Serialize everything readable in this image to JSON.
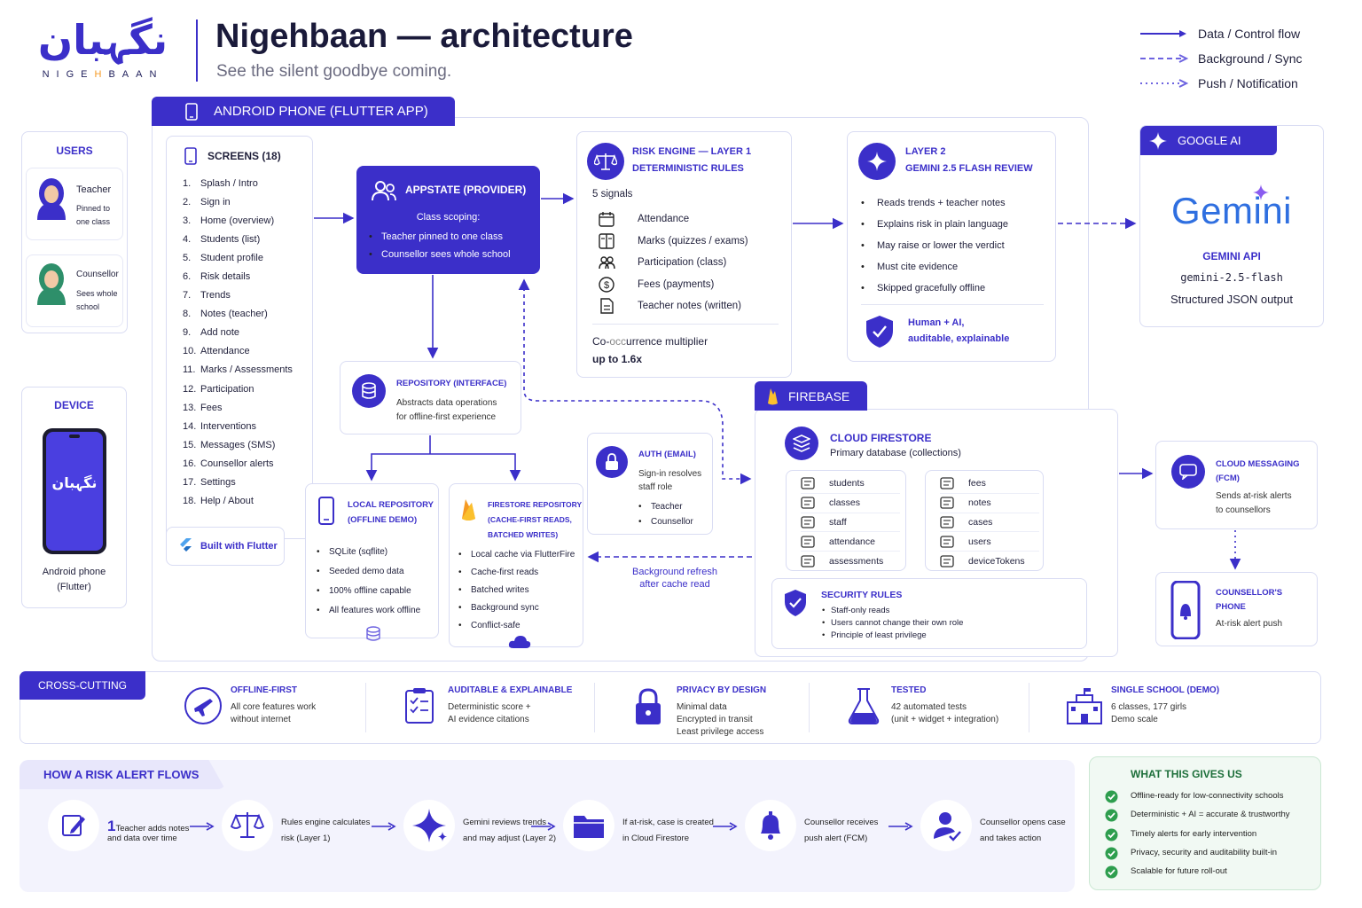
{
  "header": {
    "logo_urdu": "نگہبان",
    "logo_latin_prefix": "NIGE",
    "logo_latin_h": "H",
    "logo_latin_suffix": "BAAN",
    "title": "Nigehbaan — architecture",
    "tagline": "See the silent goodbye coming."
  },
  "legend": [
    {
      "label": "Data / Control flow",
      "style": "solid"
    },
    {
      "label": "Background / Sync",
      "style": "dashed"
    },
    {
      "label": "Push / Notification",
      "style": "dotted"
    }
  ],
  "users": {
    "title": "USERS",
    "items": [
      {
        "name": "Teacher",
        "desc1": "Pinned to",
        "desc2": "one class"
      },
      {
        "name": "Counsellor",
        "desc1": "Sees whole",
        "desc2": "school"
      }
    ]
  },
  "device": {
    "title": "DEVICE",
    "screen_logo": "نگہبان",
    "caption1": "Android phone",
    "caption2": "(Flutter)"
  },
  "android": {
    "banner": "ANDROID PHONE (FLUTTER APP)",
    "screens_title": "SCREENS (18)",
    "screens": [
      {
        "n": "1.",
        "label": "Splash / Intro"
      },
      {
        "n": "2.",
        "label": "Sign in"
      },
      {
        "n": "3.",
        "label": "Home (overview)"
      },
      {
        "n": "4.",
        "label": "Students (list)"
      },
      {
        "n": "5.",
        "label": "Student profile"
      },
      {
        "n": "6.",
        "label": "Risk details"
      },
      {
        "n": "7.",
        "label": "Trends"
      },
      {
        "n": "8.",
        "label": "Notes (teacher)"
      },
      {
        "n": "9.",
        "label": "Add note"
      },
      {
        "n": "10.",
        "label": "Attendance"
      },
      {
        "n": "11.",
        "label": "Marks / Assessments"
      },
      {
        "n": "12.",
        "label": "Participation"
      },
      {
        "n": "13.",
        "label": "Fees"
      },
      {
        "n": "14.",
        "label": "Interventions"
      },
      {
        "n": "15.",
        "label": "Messages (SMS)"
      },
      {
        "n": "16.",
        "label": "Counsellor alerts"
      },
      {
        "n": "17.",
        "label": "Settings"
      },
      {
        "n": "18.",
        "label": "Help / About"
      }
    ],
    "flutter_badge": "Built with Flutter",
    "appstate": {
      "title": "APPSTATE (PROVIDER)",
      "subtitle": "Class scoping:",
      "bullets": [
        "Teacher pinned to one class",
        "Counsellor sees whole school"
      ]
    },
    "repository": {
      "title": "REPOSITORY (INTERFACE)",
      "desc1": "Abstracts data operations",
      "desc2": "for offline-first experience"
    },
    "local_repo": {
      "title1": "LOCAL REPOSITORY",
      "title2": "(OFFLINE DEMO)",
      "bullets": [
        "SQLite (sqflite)",
        "Seeded demo data",
        "100% offline capable",
        "All features work offline"
      ]
    },
    "firestore_repo": {
      "title1": "FIRESTORE REPOSITORY",
      "title2": "(CACHE-FIRST READS,",
      "title3": "BATCHED WRITES)",
      "bullets": [
        "Local cache via FlutterFire",
        "Cache-first reads",
        "Batched writes",
        "Background sync",
        "Conflict-safe"
      ]
    },
    "risk_engine": {
      "title1": "RISK ENGINE — LAYER 1",
      "title2": "DETERMINISTIC RULES",
      "signals_label": "5 signals",
      "signals": [
        "Attendance",
        "Marks (quizzes / exams)",
        "Participation (class)",
        "Fees (payments)",
        "Teacher notes (written)"
      ],
      "multiplier_a": "Co-",
      "multiplier_b": "occ",
      "multiplier_c": "urrence multiplier",
      "multiplier2": "up to 1.6x"
    },
    "layer2": {
      "title1": "LAYER 2",
      "title2": "GEMINI 2.5 FLASH REVIEW",
      "bullets": [
        "Reads trends + teacher notes",
        "Explains risk in plain language",
        "May raise or lower the verdict",
        "Must cite evidence",
        "Skipped gracefully offline"
      ],
      "footer1": "Human + AI,",
      "footer2": "auditable, explainable"
    },
    "auth": {
      "title": "AUTH (EMAIL)",
      "desc1": "Sign-in resolves",
      "desc2": "staff role",
      "bullets": [
        "Teacher",
        "Counsellor"
      ]
    },
    "bg_refresh1": "Background refresh",
    "bg_refresh2": "after cache read"
  },
  "google_ai": {
    "banner": "GOOGLE AI",
    "logo": "Gemini",
    "api_title": "GEMINI API",
    "model": "gemini-2.5-flash",
    "output": "Structured JSON output"
  },
  "firebase": {
    "banner": "FIREBASE",
    "firestore_title": "CLOUD FIRESTORE",
    "firestore_desc": "Primary database (collections)",
    "collections_left": [
      "students",
      "classes",
      "staff",
      "attendance",
      "assessments"
    ],
    "collections_right": [
      "fees",
      "notes",
      "cases",
      "users",
      "deviceTokens"
    ],
    "rules_title": "SECURITY RULES",
    "rules": [
      "Staff-only reads",
      "Users cannot change their own role",
      "Principle of least privilege"
    ]
  },
  "fcm": {
    "title1": "CLOUD MESSAGING",
    "title2": "(FCM)",
    "desc1": "Sends at-risk alerts",
    "desc2": "to counsellors"
  },
  "counsellor_phone": {
    "title1": "COUNSELLOR'S",
    "title2": "PHONE",
    "desc": "At-risk alert push"
  },
  "cross_cutting": {
    "banner": "CROSS-CUTTING",
    "items": [
      {
        "title": "OFFLINE-FIRST",
        "lines": [
          "All core features work",
          "without internet"
        ],
        "icon": "airplane-icon"
      },
      {
        "title": "AUDITABLE & EXPLAINABLE",
        "lines": [
          "Deterministic score +",
          "AI evidence citations"
        ],
        "icon": "clipboard-icon"
      },
      {
        "title": "PRIVACY BY DESIGN",
        "lines": [
          "Minimal data",
          "Encrypted in transit",
          "Least privilege access"
        ],
        "icon": "lock-icon"
      },
      {
        "title": "TESTED",
        "lines": [
          "42 automated tests",
          "(unit + widget + integration)"
        ],
        "icon": "flask-icon"
      },
      {
        "title": "SINGLE SCHOOL (DEMO)",
        "lines": [
          "6 classes, 177 girls",
          "Demo scale"
        ],
        "icon": "school-icon"
      }
    ]
  },
  "flow": {
    "title": "HOW A RISK ALERT FLOWS",
    "steps": [
      {
        "line1a": "1",
        "line1b": "Teacher adds notes",
        "line2": "and data over time",
        "icon": "note-pen-icon"
      },
      {
        "line1a": "",
        "line1b": "Rules engine calculates",
        "line2": "risk (Layer 1)",
        "icon": "scale-icon"
      },
      {
        "line1a": "",
        "line1b": "Gemini reviews trends",
        "line2": "and may adjust (Layer 2)",
        "icon": "sparkle-icon"
      },
      {
        "line1a": "",
        "line1b": "If at-risk, case is created",
        "line2": "in Cloud Firestore",
        "icon": "folder-icon"
      },
      {
        "line1a": "",
        "line1b": "Counsellor receives",
        "line2": "push alert (FCM)",
        "icon": "bell-icon"
      },
      {
        "line1a": "",
        "line1b": "Counsellor opens case",
        "line2": "and takes action",
        "icon": "user-check-icon"
      }
    ]
  },
  "gives": {
    "title": "WHAT THIS GIVES US",
    "items": [
      "Offline-ready for low-connectivity schools",
      "Deterministic + AI = accurate & trustworthy",
      "Timely alerts for early intervention",
      "Privacy, security and auditability built-in",
      "Scalable for future roll-out"
    ]
  },
  "colors": {
    "indigo": "#3b2fc9",
    "green": "#2e9e4e",
    "orange": "#f59a23"
  }
}
